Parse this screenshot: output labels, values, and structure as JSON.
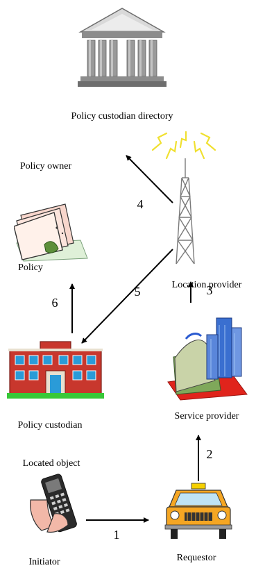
{
  "nodes": {
    "directory": "Policy custodian directory",
    "policy_owner": "Policy owner",
    "policy": "Policy",
    "location_provider": "Location provider",
    "policy_custodian": "Policy custodian",
    "service_provider": "Service provider",
    "located_object": "Located object",
    "initiator": "Initiator",
    "requestor": "Requestor"
  },
  "steps": {
    "s1": "1",
    "s2": "2",
    "s3": "3",
    "s4": "4",
    "s5": "5",
    "s6": "6"
  },
  "icons": {
    "directory": "classical-building-icon",
    "tower": "radio-tower-icon",
    "policy": "document-stack-icon",
    "custodian": "office-building-icon",
    "service": "city-buildings-icon",
    "phone": "mobile-phone-icon",
    "taxi": "taxi-icon"
  },
  "colors": {
    "arrow": "#000000",
    "building": "#c8372d",
    "window": "#2a9bd8",
    "taxi": "#f5a623",
    "signal": "#f0e030"
  }
}
